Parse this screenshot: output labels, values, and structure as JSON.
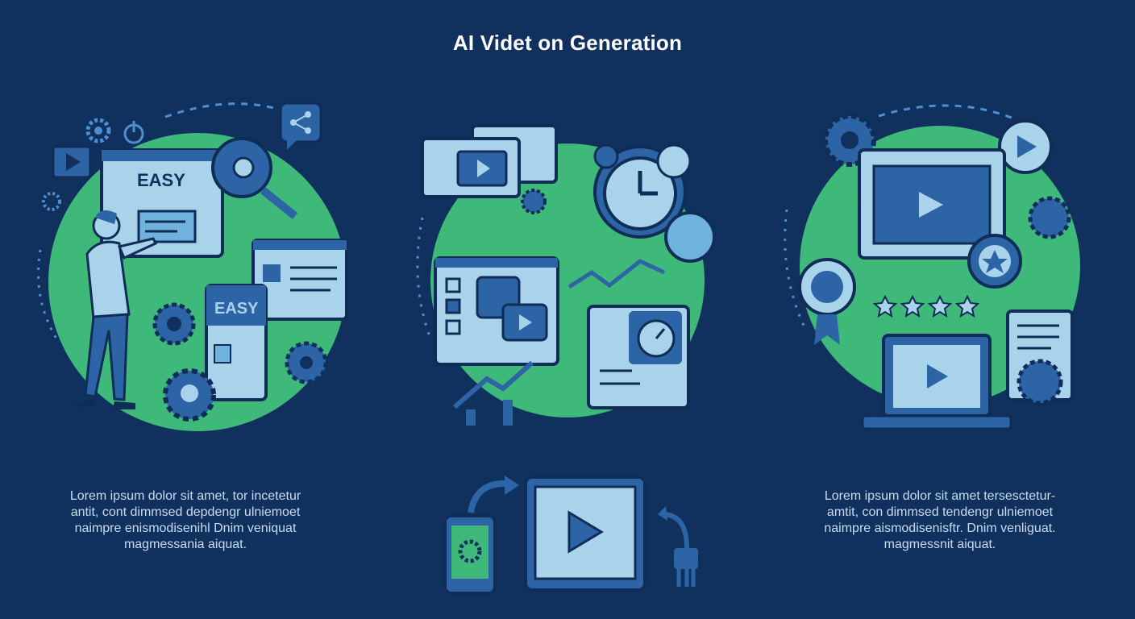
{
  "title": "AI Videt on Generation",
  "colors": {
    "background": "#10315e",
    "green": "#3fb97a",
    "light": "#a8d3ea",
    "mid": "#2c64a6",
    "dark": "#17406f"
  },
  "panel_easy": {
    "screen_label": "EASY",
    "card_label": "EASY"
  },
  "captions": {
    "left": [
      "Lorem ipsum dolor sit amet, tor incetetur",
      "antit, cont dimmsed depdengr ulniemoet",
      "naimpre enismodisenihl Dnim veniquat",
      "magmessania aiquat."
    ],
    "right": [
      "Lorem ipsum dolor sit amet tersesctetur-",
      "amtit, con dimmsed tendengr ulniemoet",
      "naimpre aismodisenisftr. Dnim venliguat.",
      "magmessnit aiquat."
    ]
  },
  "icons": [
    "play-icon",
    "gear-icon",
    "power-icon",
    "share-icon",
    "magnifier-icon",
    "alarm-clock-icon",
    "chart-up-icon",
    "gauge-icon",
    "badge-star-icon",
    "star-icon",
    "laptop-icon",
    "phone-icon",
    "tablet-icon",
    "plug-icon"
  ],
  "rating_stars": 4
}
